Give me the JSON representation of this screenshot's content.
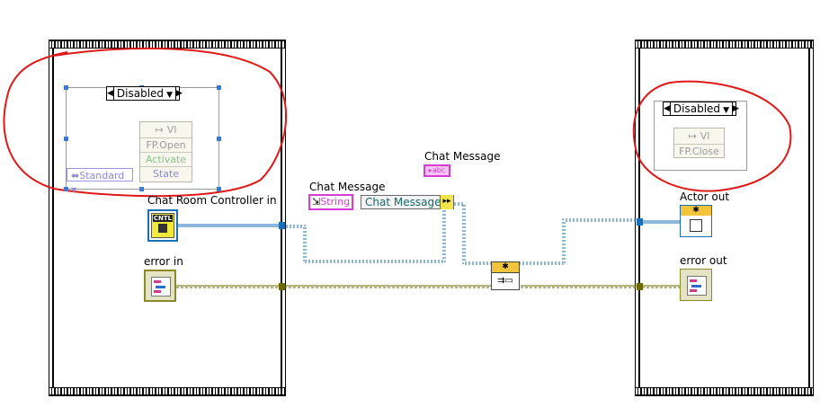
{
  "left_frame": {
    "disabled_selector": "Disabled",
    "invoke_node": {
      "header": "VI",
      "items": [
        "FP.Open",
        "Activate",
        "State"
      ]
    },
    "enum_constant": "Standard",
    "controls": {
      "chat_room_controller": {
        "label": "Chat Room Controller in",
        "icon_text": "CNTL"
      },
      "error_in": {
        "label": "error in"
      }
    }
  },
  "middle": {
    "chat_message_constant_label": "Chat Message",
    "bundle_label": "Chat Message",
    "bundle_input": "String",
    "bundle_field": "Chat Message"
  },
  "right_frame": {
    "disabled_selector": "Disabled",
    "invoke_node": {
      "header": "VI",
      "items": [
        "FP.Close"
      ]
    },
    "indicators": {
      "actor_out": {
        "label": "Actor out"
      },
      "error_out": {
        "label": "error out"
      }
    }
  },
  "colors": {
    "annotation_red": "#e01818",
    "class_wire_blue": "#1a6fb5",
    "error_wire": "#6b6b00",
    "string_pink": "#d63bd6"
  }
}
